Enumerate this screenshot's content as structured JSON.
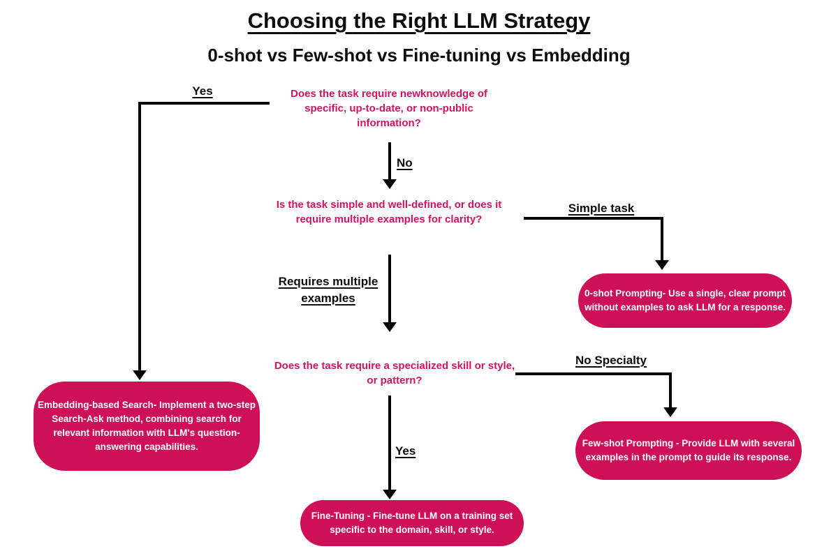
{
  "page": {
    "title": "Choosing the Right LLM Strategy",
    "subtitle": "0-shot vs Few-shot vs Fine-tuning vs Embedding"
  },
  "colors": {
    "accent": "#CE1157",
    "accent_text": "#D2135F",
    "line": "#000000",
    "white_text": "#FFFFFF"
  },
  "flowchart": {
    "decisions": [
      {
        "id": "knowledge",
        "text": "Does the task require newknowledge of specific, up-to-date, or non-public information?"
      },
      {
        "id": "simplicity",
        "text": "Is the task simple and well-defined, or does it require multiple examples for clarity?"
      },
      {
        "id": "specialty",
        "text": "Does the task require a specialized skill or style, or pattern?"
      }
    ],
    "edge_labels": {
      "yes_top": "Yes",
      "no": "No",
      "simple_task": "Simple task",
      "requires_multiple": "Requires multiple examples",
      "no_specialty": "No Specialty",
      "yes_bottom": "Yes"
    },
    "outcomes": [
      {
        "id": "zero_shot",
        "text": "0-shot Prompting- Use a single, clear prompt without examples to ask LLM for a response."
      },
      {
        "id": "few_shot",
        "text": "Few-shot Prompting - Provide LLM with several examples in the prompt to guide its response."
      },
      {
        "id": "fine_tuning",
        "text": "Fine-Tuning - Fine-tune LLM on a training set specific to the domain, skill, or style."
      },
      {
        "id": "embedding",
        "text": "Embedding-based Search- Implement a two-step Search-Ask method, combining search for relevant information with LLM's question-answering capabilities."
      }
    ]
  }
}
